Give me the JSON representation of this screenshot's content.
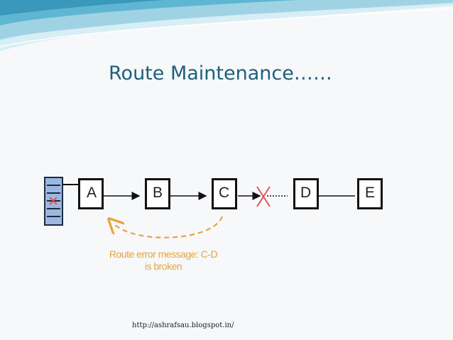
{
  "slide": {
    "title": "Route Maintenance……",
    "footer_url": "http://ashrafsau.blogspot.in/"
  },
  "diagram": {
    "nodes": [
      {
        "id": "A",
        "label": "A"
      },
      {
        "id": "B",
        "label": "B"
      },
      {
        "id": "C",
        "label": "C"
      },
      {
        "id": "D",
        "label": "D"
      },
      {
        "id": "E",
        "label": "E"
      }
    ],
    "broken_link": "C-D",
    "error_message_line1": "Route error message: C-D",
    "error_message_line2": "is broken"
  },
  "colors": {
    "title": "#1f5f7a",
    "error_arrow": "#e8a33b",
    "break_mark": "#e04a4a",
    "queue_fill": "#9db8e0",
    "swoosh_light": "#bfe3ee",
    "swoosh_mid": "#7ec6dc",
    "swoosh_dark": "#49a9c8"
  }
}
